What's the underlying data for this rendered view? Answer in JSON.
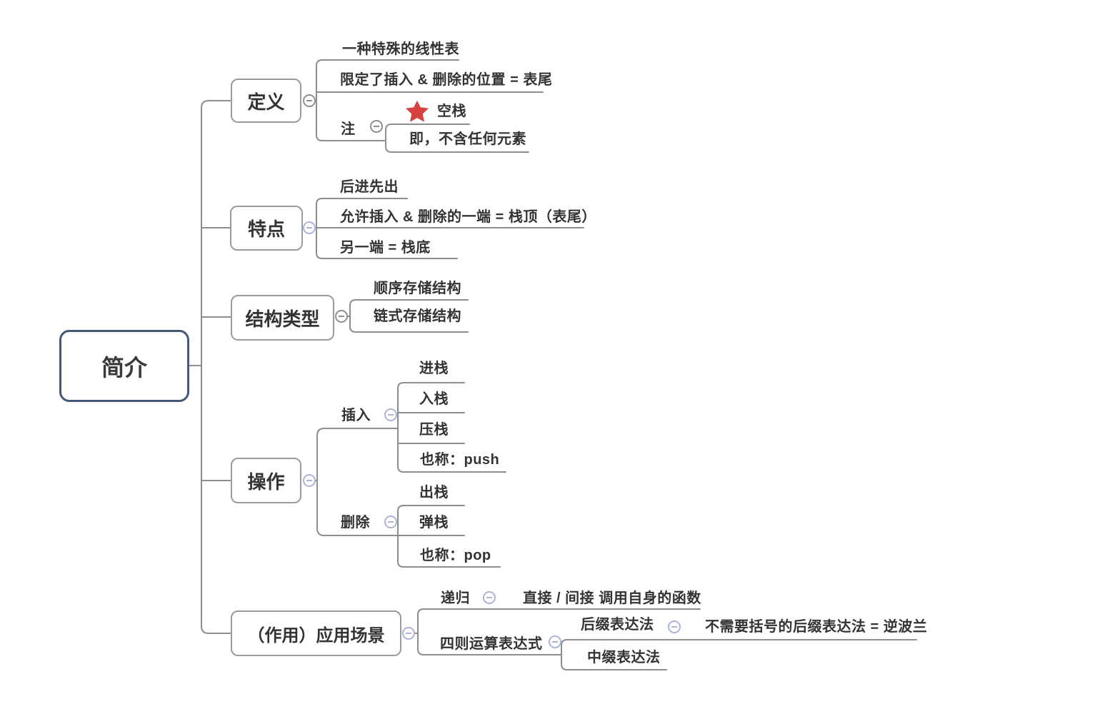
{
  "root": {
    "label": "简介"
  },
  "branches": [
    {
      "label": "定义",
      "children": [
        {
          "label": "一种特殊的线性表"
        },
        {
          "label": "限定了插入 & 删除的位置 = 表尾"
        },
        {
          "label": "注",
          "children": [
            {
              "label": "空栈",
              "marker": "red-star"
            },
            {
              "label": "即，不含任何元素"
            }
          ]
        }
      ]
    },
    {
      "label": "特点",
      "children": [
        {
          "label": "后进先出"
        },
        {
          "label": "允许插入 & 删除的一端 = 栈顶（表尾）"
        },
        {
          "label": "另一端 = 栈底"
        }
      ]
    },
    {
      "label": "结构类型",
      "children": [
        {
          "label": "顺序存储结构"
        },
        {
          "label": "链式存储结构"
        }
      ]
    },
    {
      "label": "操作",
      "children": [
        {
          "label": "插入",
          "children": [
            {
              "label": "进栈"
            },
            {
              "label": "入栈"
            },
            {
              "label": "压栈"
            },
            {
              "label": "也称：push"
            }
          ]
        },
        {
          "label": "删除",
          "children": [
            {
              "label": "出栈"
            },
            {
              "label": "弹栈"
            },
            {
              "label": "也称：pop"
            }
          ]
        }
      ]
    },
    {
      "label": "（作用）应用场景",
      "children": [
        {
          "label": "递归",
          "children": [
            {
              "label": "直接 / 间接 调用自身的函数"
            }
          ]
        },
        {
          "label": "四则运算表达式",
          "children": [
            {
              "label": "后缀表达法",
              "children": [
                {
                  "label": "不需要括号的后缀表达法 = 逆波兰"
                }
              ]
            },
            {
              "label": "中缀表达法"
            }
          ]
        }
      ]
    }
  ],
  "icons": {
    "collapse_icon": "minus-circle",
    "empty_stack_marker": "red-star"
  },
  "colors": {
    "connector": "#8d8d8d",
    "topic_border": "#9b9b9b",
    "root_border": "#44587a",
    "text": "#333333",
    "collapse_gray": "#8f8f8f",
    "collapse_blue": "#a9b4d8",
    "star": "#d8413f"
  }
}
